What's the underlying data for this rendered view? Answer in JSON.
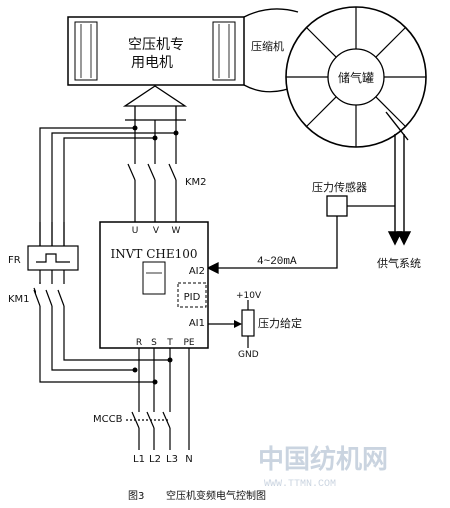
{
  "motor": {
    "line1": "空压机专",
    "line2": "用电机"
  },
  "compressor_label": "压缩机",
  "tank_label": "储气罐",
  "contactor_km2": "KM2",
  "contactor_km1": "KM1",
  "relay_fr": "FR",
  "breaker": "MCCB",
  "sensor_label": "压力传感器",
  "supply_label": "供气系统",
  "signal_label": "4~20mA",
  "setpoint_label": "压力给定",
  "vfd": {
    "model": "INVT CHE100",
    "outputs": [
      "U",
      "V",
      "W"
    ],
    "inputs": [
      "R",
      "S",
      "T",
      "PE"
    ],
    "ai2": "AI2",
    "ai1": "AI1",
    "pid": "PID"
  },
  "power_plus": "+10V",
  "ground": "GND",
  "lines": [
    "L1",
    "L2",
    "L3",
    "N"
  ],
  "watermark": {
    "cn": "中国纺机网",
    "url": "WWW.TTMN.COM"
  },
  "caption": {
    "num": "图3",
    "title": "空压机变频电气控制图"
  }
}
